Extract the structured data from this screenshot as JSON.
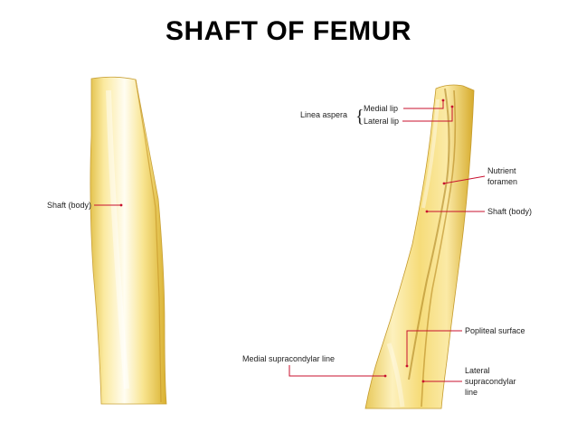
{
  "title": "SHAFT OF FEMUR",
  "colors": {
    "leader": "#c8102e",
    "bone_light": "#fffbe6",
    "bone_mid": "#f7e08a",
    "bone_dark": "#d7b23a",
    "text": "#222222"
  },
  "anterior_view": {
    "labels": {
      "shaft": "Shaft (body)"
    }
  },
  "posterior_view": {
    "linea_aspera": {
      "label": "Linea aspera",
      "brace": "{",
      "medial_lip": "Medial lip",
      "lateral_lip": "Lateral lip"
    },
    "labels": {
      "nutrient_line1": "Nutrient",
      "nutrient_line2": "foramen",
      "shaft": "Shaft (body)",
      "popliteal": "Popliteal surface",
      "medial_supracondylar": "Medial supracondylar line",
      "lateral_supracondylar_line1": "Lateral",
      "lateral_supracondylar_line2": "supracondylar",
      "lateral_supracondylar_line3": "line"
    }
  }
}
